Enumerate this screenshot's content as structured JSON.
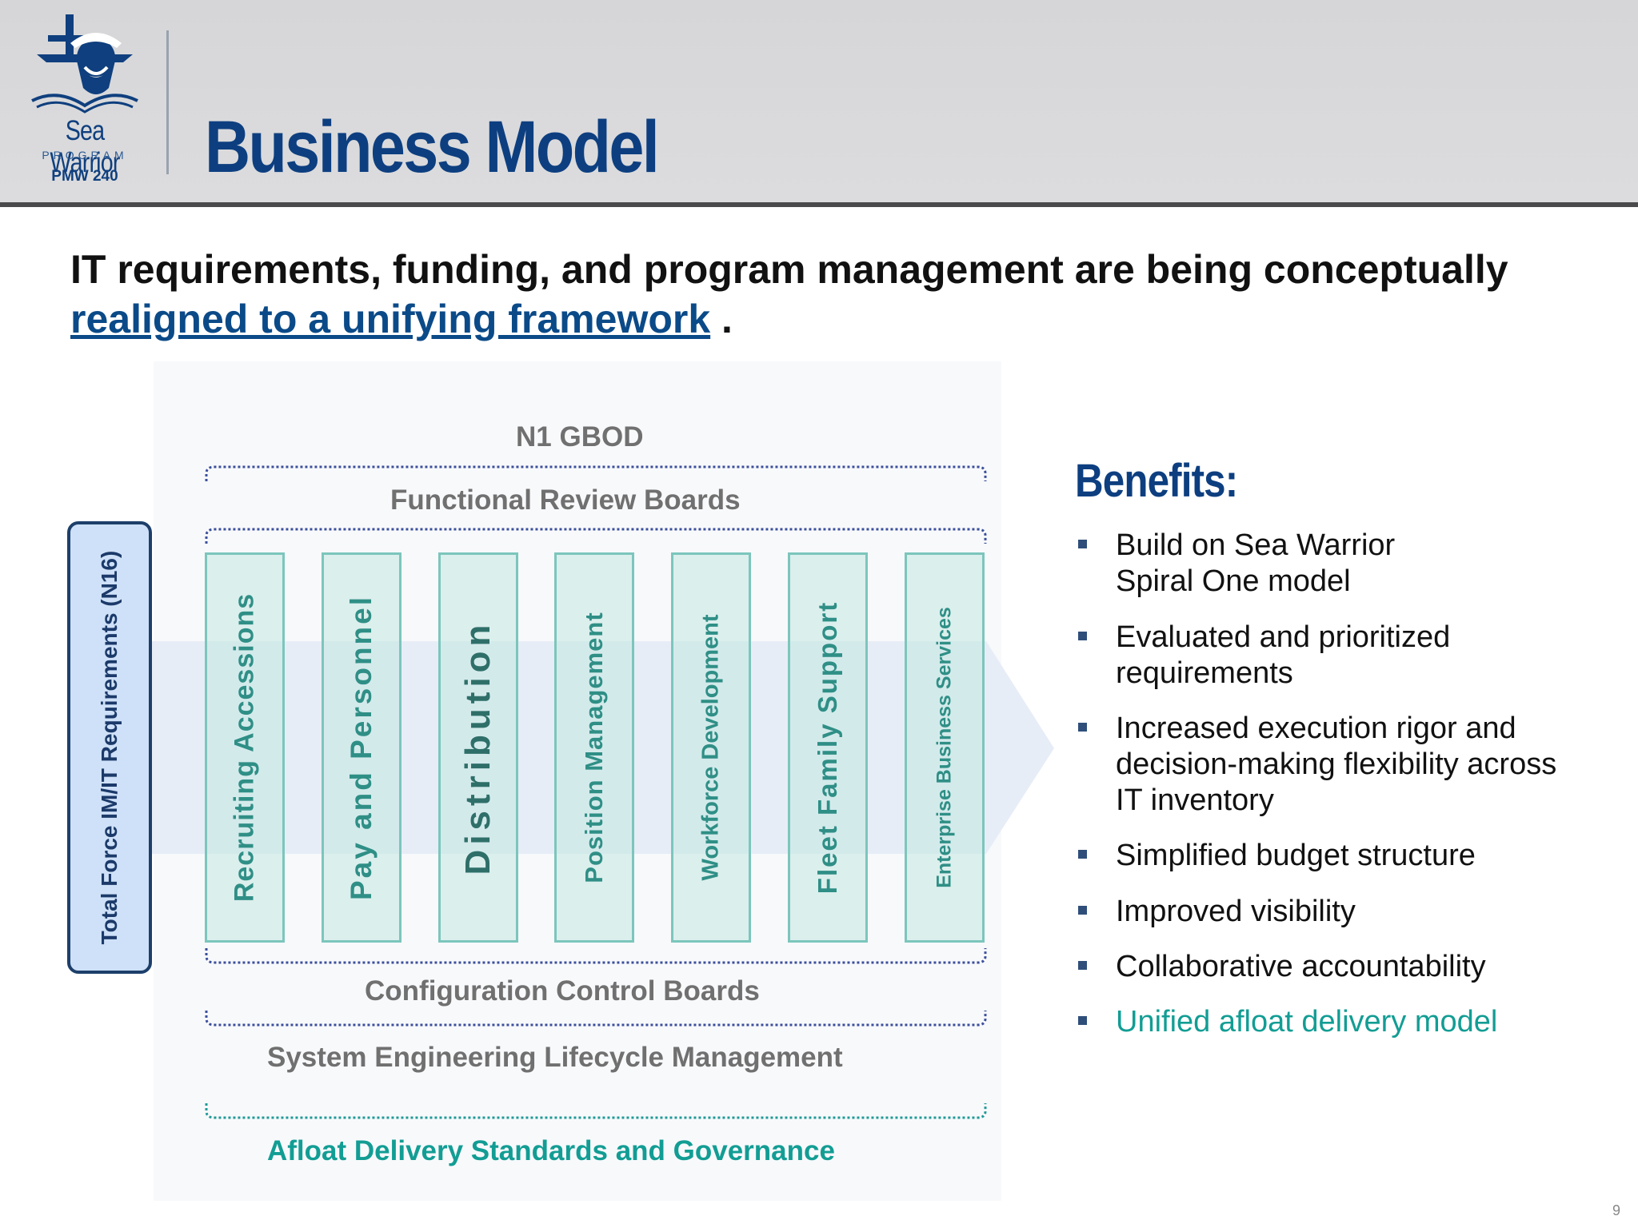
{
  "header": {
    "logo": {
      "name": "Sea Warrior",
      "program": "PROGRAM",
      "code": "PMW 240"
    },
    "title": "Business Model"
  },
  "intro": {
    "text": "IT requirements, funding, and program management are being conceptually",
    "link": "realigned to a unifying framework",
    "suffix": " ."
  },
  "diagram": {
    "top_label": "N1 GBOD",
    "functional_label": "Functional Review Boards",
    "requirements_label": "Total Force IM/IT Requirements (N16)",
    "columns": [
      "Recruiting Accessions",
      "Pay and Personnel",
      "Distribution",
      "Position Management",
      "Workforce Development",
      "Fleet Family Support",
      "Enterprise Business Services"
    ],
    "config_label": "Configuration Control Boards",
    "system_label": "System Engineering Lifecycle Management",
    "afloat_label": "Afloat Delivery Standards and Governance"
  },
  "benefits": {
    "title": "Benefits:",
    "items": [
      "Build on Sea Warrior Spiral One model",
      "Evaluated and prioritized requirements",
      "Increased execution rigor and decision-making flexibility across IT inventory",
      "Simplified budget structure",
      "Improved visibility",
      "Collaborative accountability",
      "Unified afloat delivery model"
    ]
  },
  "colors": {
    "navy": "#0d3f80",
    "teal": "#129d94",
    "column_border": "#7cc6bc"
  },
  "page_number": "9"
}
